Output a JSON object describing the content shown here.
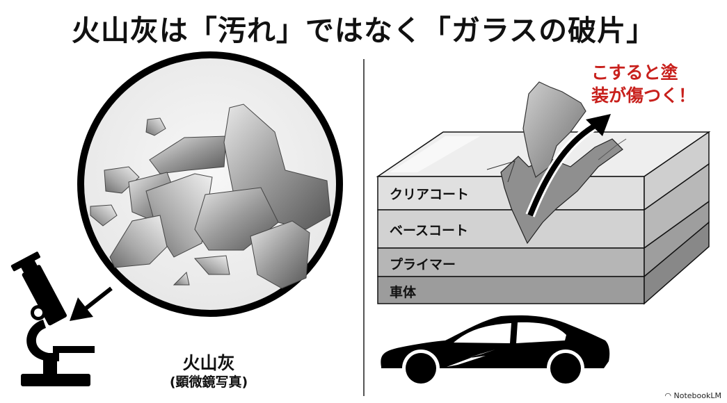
{
  "title": "火山灰は「汚れ」ではなく「ガラスの破片」",
  "left_panel": {
    "image_subject": "volcanic-ash-glass-shards",
    "caption_main": "火山灰",
    "caption_sub": "(顕微鏡写真)",
    "icon": "microscope-icon"
  },
  "right_panel": {
    "warning": {
      "line1": "こすると塗",
      "line2": "装が傷つく！",
      "color": "#c8201c"
    },
    "layers": [
      {
        "label": "クリアコート",
        "color": "#dcdcdc"
      },
      {
        "label": "ベースコート",
        "color": "#cfcfcf"
      },
      {
        "label": "プライマー",
        "color": "#b4b4b4"
      },
      {
        "label": "車体",
        "color": "#9a9a9a"
      }
    ],
    "icon": "car-icon"
  },
  "watermark": "NotebookLM"
}
